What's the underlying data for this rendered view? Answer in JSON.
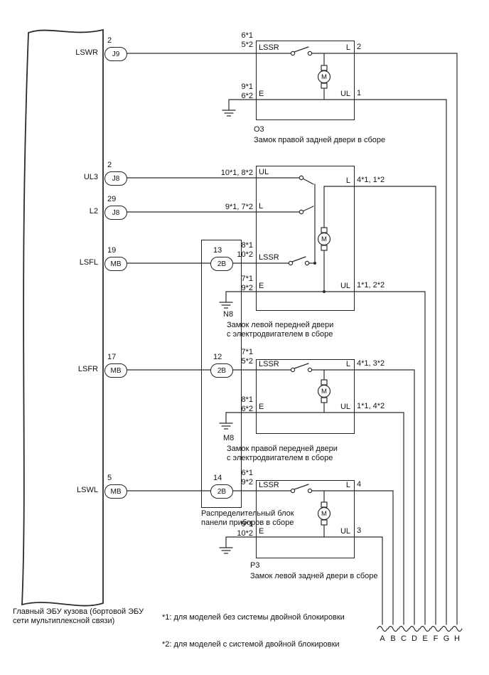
{
  "ecu": {
    "label": "Главный ЭБУ кузова (бортовой ЭБУ\nсети мультиплексной связи)",
    "pins": [
      {
        "signal": "LSWR",
        "pin": "2",
        "connector": "J9"
      },
      {
        "signal": "UL3",
        "pin": "2",
        "connector": "J8"
      },
      {
        "signal": "L2",
        "pin": "29",
        "connector": "J8"
      },
      {
        "signal": "LSFL",
        "pin": "19",
        "connector": "MB"
      },
      {
        "signal": "LSFR",
        "pin": "17",
        "connector": "MB"
      },
      {
        "signal": "LSWL",
        "pin": "5",
        "connector": "MB"
      }
    ]
  },
  "junction_block": {
    "label": "Распределительный блок\nпанели приборов в сборе",
    "pins": [
      {
        "pin": "13",
        "connector": "2B"
      },
      {
        "pin": "12",
        "connector": "2B"
      },
      {
        "pin": "14",
        "connector": "2B"
      }
    ]
  },
  "locks": [
    {
      "code": "O3",
      "name": "Замок правой задней двери в сборе",
      "motor": "M",
      "terminals": {
        "lssr": "LSSR",
        "e": "E",
        "l": "L",
        "ul": "UL"
      },
      "wires": {
        "lssr_1": "6*1",
        "lssr_2": "5*2",
        "e_1": "9*1",
        "e_2": "6*2"
      },
      "pins": {
        "l": "2",
        "ul": "1"
      }
    },
    {
      "code": "N8",
      "name": "Замок левой передней двери\nс электродвигателем в сборе",
      "motor": "M",
      "terminals": {
        "ul_in": "UL",
        "l_in": "L",
        "lssr": "LSSR",
        "e": "E",
        "l": "L",
        "ul": "UL"
      },
      "wires": {
        "ul_in": "10*1, 8*2",
        "l_in": "9*1, 7*2",
        "lssr_1": "8*1",
        "lssr_2": "10*2",
        "e_1": "7*1",
        "e_2": "9*2"
      },
      "pins": {
        "l": "4*1, 1*2",
        "ul": "1*1, 2*2"
      }
    },
    {
      "code": "M8",
      "name": "Замок правой передней двери\nс электродвигателем в сборе",
      "motor": "M",
      "terminals": {
        "lssr": "LSSR",
        "e": "E",
        "l": "L",
        "ul": "UL"
      },
      "wires": {
        "lssr_1": "7*1",
        "lssr_2": "5*2",
        "e_1": "8*1",
        "e_2": "6*2"
      },
      "pins": {
        "l": "4*1, 3*2",
        "ul": "1*1, 4*2"
      }
    },
    {
      "code": "P3",
      "name": "Замок левой задней двери в сборе",
      "motor": "M",
      "terminals": {
        "lssr": "LSSR",
        "e": "E",
        "l": "L",
        "ul": "UL"
      },
      "wires": {
        "lssr_1": "6*1",
        "lssr_2": "9*2",
        "e_1": "9*1",
        "e_2": "10*2"
      },
      "pins": {
        "l": "4",
        "ul": "3"
      }
    }
  ],
  "endpoints": [
    "A",
    "B",
    "C",
    "D",
    "E",
    "F",
    "G",
    "H"
  ],
  "notes": {
    "note1": "*1: для моделей без системы двойной блокировки",
    "note2": "*2: для моделей с системой двойной блокировки"
  }
}
